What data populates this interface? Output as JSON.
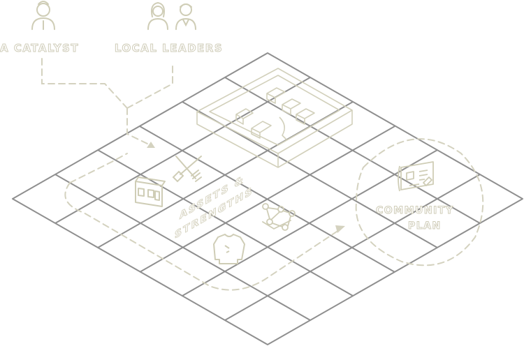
{
  "labels": {
    "catalyst": "A CATALYST",
    "local_leaders": "LOCAL LEADERS",
    "assets_line1": "ASSETS &",
    "assets_line2": "STRENGTHS",
    "community_line1": "COMMUNITY",
    "community_line2": "PLAN"
  },
  "colors": {
    "grid": "#8f8f8f",
    "icon": "#cfcdb6",
    "dash": "#d4d2bf"
  },
  "icons": [
    "catalyst-person-icon",
    "local-leader-woman-icon",
    "local-leader-man-icon",
    "shovel-rake-icon",
    "storefront-icon",
    "sweater-icon",
    "network-nodes-icon",
    "plan-board-icon",
    "buildings-block-icon"
  ]
}
